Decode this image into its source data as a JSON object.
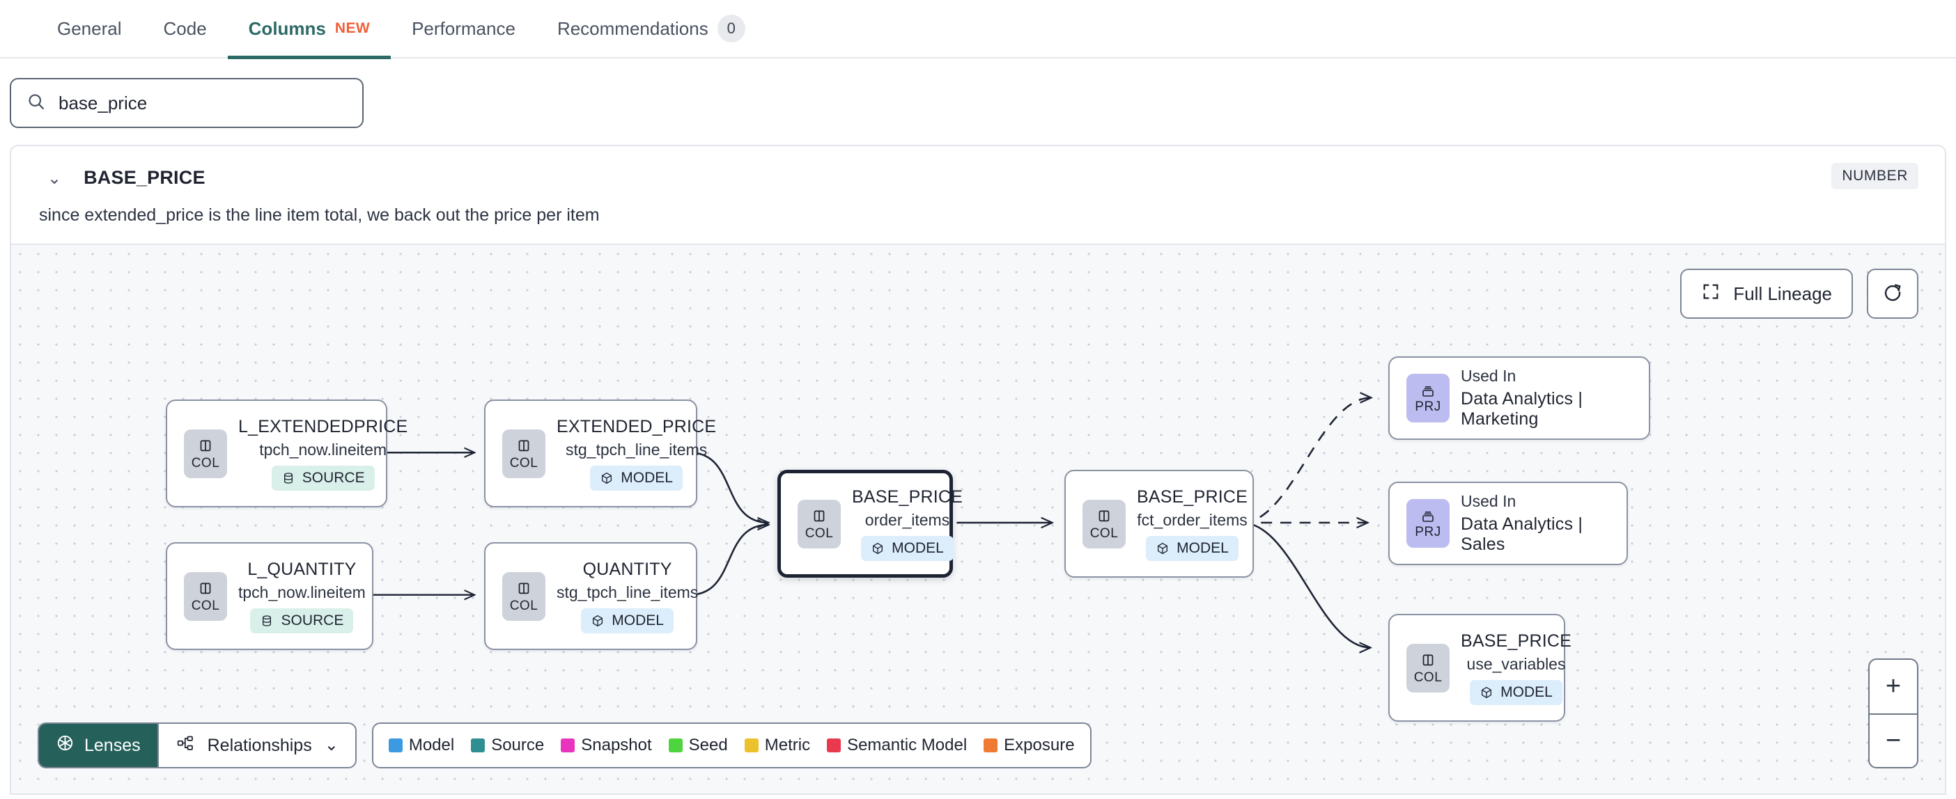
{
  "tabs": [
    {
      "label": "General",
      "active": false
    },
    {
      "label": "Code",
      "active": false
    },
    {
      "label": "Columns",
      "active": true,
      "badge": "NEW"
    },
    {
      "label": "Performance",
      "active": false
    },
    {
      "label": "Recommendations",
      "active": false,
      "count": "0"
    }
  ],
  "search": {
    "value": "base_price",
    "placeholder": "Search columns",
    "icon": "search-icon"
  },
  "column": {
    "name": "BASE_PRICE",
    "type_badge": "NUMBER",
    "description": "since extended_price is the line item total, we back out the price per item",
    "expand_chevron": "⌄"
  },
  "canvas": {
    "full_lineage_label": "Full Lineage",
    "refresh_icon": "refresh-icon",
    "zoom_in": "+",
    "zoom_out": "−"
  },
  "toolbar": {
    "lenses_label": "Lenses",
    "relationships_label": "Relationships",
    "relationships_chevron": "⌄"
  },
  "legend": [
    {
      "label": "Model",
      "color": "#3b9ae1"
    },
    {
      "label": "Source",
      "color": "#2f8e92"
    },
    {
      "label": "Snapshot",
      "color": "#e935bd"
    },
    {
      "label": "Seed",
      "color": "#4ed43e"
    },
    {
      "label": "Metric",
      "color": "#ecc22c"
    },
    {
      "label": "Semantic Model",
      "color": "#e8394f"
    },
    {
      "label": "Exposure",
      "color": "#ef7b33"
    }
  ],
  "nodes": [
    {
      "id": "n1",
      "kind": "COL",
      "title": "L_EXTENDEDPRICE",
      "sub": "tpch_now.lineitem",
      "pill": "SOURCE",
      "pill_type": "source",
      "selected": false,
      "align": "left"
    },
    {
      "id": "n2",
      "kind": "COL",
      "title": "L_QUANTITY",
      "sub": "tpch_now.lineitem",
      "pill": "SOURCE",
      "pill_type": "source",
      "selected": false,
      "align": "left"
    },
    {
      "id": "n3",
      "kind": "COL",
      "title": "EXTENDED_PRICE",
      "sub": "stg_tpch_line_items",
      "pill": "MODEL",
      "pill_type": "model",
      "selected": false,
      "align": "center"
    },
    {
      "id": "n4",
      "kind": "COL",
      "title": "QUANTITY",
      "sub": "stg_tpch_line_items",
      "pill": "MODEL",
      "pill_type": "model",
      "selected": false,
      "align": "center"
    },
    {
      "id": "n5",
      "kind": "COL",
      "title": "BASE_PRICE",
      "sub": "order_items",
      "pill": "MODEL",
      "pill_type": "model",
      "selected": true,
      "align": "center"
    },
    {
      "id": "n6",
      "kind": "COL",
      "title": "BASE_PRICE",
      "sub": "fct_order_items",
      "pill": "MODEL",
      "pill_type": "model",
      "selected": false,
      "align": "center"
    },
    {
      "id": "n7",
      "kind": "PRJ",
      "title": "Used In",
      "sub": "Data Analytics | Marketing",
      "pill": null,
      "selected": false,
      "align": "left"
    },
    {
      "id": "n8",
      "kind": "PRJ",
      "title": "Used In",
      "sub": "Data Analytics | Sales",
      "pill": null,
      "selected": false,
      "align": "left"
    },
    {
      "id": "n9",
      "kind": "COL",
      "title": "BASE_PRICE",
      "sub": "use_variables",
      "pill": "MODEL",
      "pill_type": "model",
      "selected": false,
      "align": "center"
    }
  ]
}
